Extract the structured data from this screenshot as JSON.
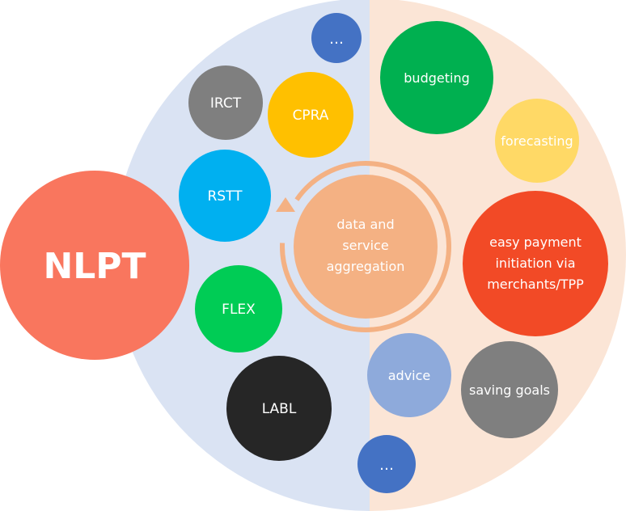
{
  "center": {
    "lines": [
      "data and",
      "service",
      "aggregation"
    ]
  },
  "hub": {
    "label": "NLPT"
  },
  "left_nodes": [
    {
      "label": "…",
      "color": "#4472c4"
    },
    {
      "label": "IRCT",
      "color": "#7f7f7f"
    },
    {
      "label": "CPRA",
      "color": "#ffc000"
    },
    {
      "label": "RSTT",
      "color": "#00b0f0"
    },
    {
      "label": "FLEX",
      "color": "#00cc55"
    },
    {
      "label": "LABL",
      "color": "#262626"
    }
  ],
  "right_nodes": [
    {
      "lines": [
        "budgeting"
      ],
      "color": "#00b050"
    },
    {
      "lines": [
        "forecasting"
      ],
      "color": "#ffd966"
    },
    {
      "lines": [
        "easy payment",
        "initiation via",
        "merchants/TPP"
      ],
      "color": "#f24a26"
    },
    {
      "lines": [
        "advice"
      ],
      "color": "#8eaadb"
    },
    {
      "lines": [
        "saving goals"
      ],
      "color": "#7f7f7f"
    },
    {
      "lines": [
        "…"
      ],
      "color": "#4472c4"
    }
  ],
  "colors": {
    "left_half": "#dae3f3",
    "right_half": "#fbe5d6",
    "hub": "#f9765e",
    "center": "#f4b183",
    "ring": "#f4b183"
  }
}
